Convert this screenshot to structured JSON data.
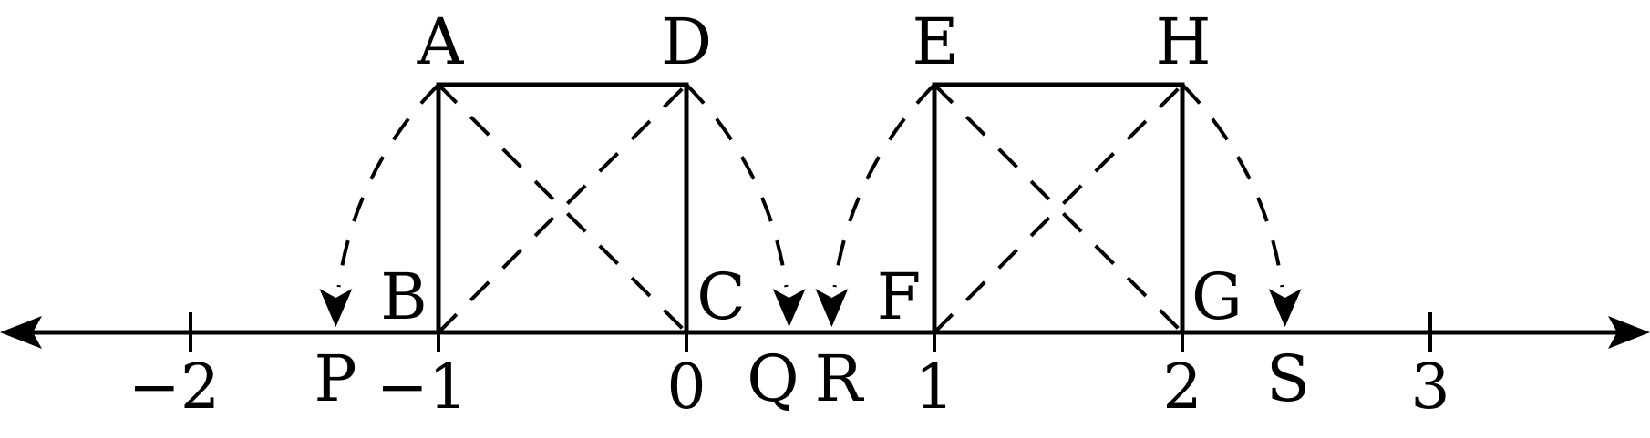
{
  "colors": {
    "stroke": "#000000",
    "background": "#ffffff"
  },
  "number_line": {
    "ticks": [
      {
        "value": -2,
        "label": "−2"
      },
      {
        "value": -1,
        "label": "−1"
      },
      {
        "value": 0,
        "label": "0"
      },
      {
        "value": 1,
        "label": "1"
      },
      {
        "value": 2,
        "label": "2"
      },
      {
        "value": 3,
        "label": "3"
      }
    ]
  },
  "squares": [
    {
      "from": -1,
      "to": 0,
      "side": 1,
      "top_left": "A",
      "top_right": "D",
      "bottom_left": "B",
      "bottom_right": "C"
    },
    {
      "from": 1,
      "to": 2,
      "side": 1,
      "top_left": "E",
      "top_right": "H",
      "bottom_left": "F",
      "bottom_right": "G"
    }
  ],
  "projected_points": [
    {
      "label": "P",
      "value": -1.414,
      "arc_from": "A",
      "center": 0
    },
    {
      "label": "Q",
      "value": 0.414,
      "arc_from": "D",
      "center": -1
    },
    {
      "label": "R",
      "value": 0.586,
      "arc_from": "E",
      "center": 2
    },
    {
      "label": "S",
      "value": 2.414,
      "arc_from": "H",
      "center": 1
    }
  ]
}
